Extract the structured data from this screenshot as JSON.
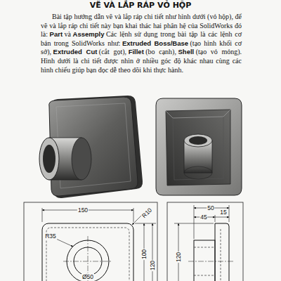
{
  "diagram": {
    "title": "VẼ VÀ LẮP RÁP VỎ HỘP",
    "labels": [
      "Bài tập hướng dẫn vẽ và lắp ráp chi tiết như hình dưới (vỏ hộp), để vẽ và lắp ráp chi tiết này bạn khai thác hai phân hệ của SolidWorks đó là:",
      "Part",
      "và",
      "Assemply",
      "Các lệnh sử dụng trong bài tập là các lệnh cơ bản trong SolidWorks như:",
      "Extruded Boss/Base",
      "(tạo hình khối cơ sở),",
      "Extruded Cut",
      "(cắt gọt),",
      "Fillet",
      "(bo cạnh),",
      "Shell",
      "(tạo vỏ mỏng). Hình dưới là chi tiết được nhìn ở nhiều góc độ khác nhau cùng các hình chiếu giúp bạn đọc dễ theo dõi khi thực hành.",
      "150",
      "R10",
      "R35",
      "Ø50",
      "100",
      "120",
      "50",
      "45",
      "15",
      "120"
    ]
  }
}
